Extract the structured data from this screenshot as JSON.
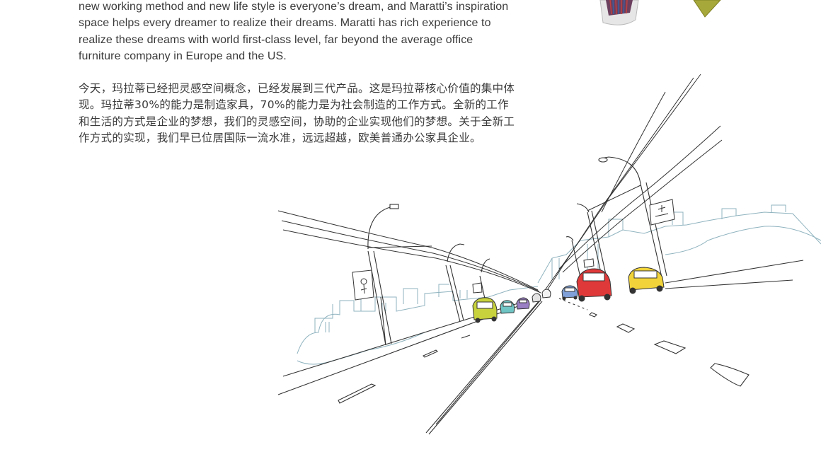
{
  "article": {
    "english_paragraph": "new working method and new life style is everyone’s dream, and Maratti’s inspiration space helps every dreamer to realize their dreams.  Maratti has rich experience to realize these dreams with world first-class level, far beyond the average office furniture company in Europe and the US.",
    "chinese_paragraph": "今天，玛拉蒂已经把灵感空间概念，已经发展到三代产品。这是玛拉蒂核心价值的集中体现。玛拉蒂30%的能力是制造家具，70%的能力是为社会制造的工作方式。全新的工作和生活的方式是企业的梦想，我们的灵感空间，协助的企业实现他们的梦想。关于全新工作方式的实现，我们早已位居国际一流水准，远远超越，欧美普通办公家具企业。"
  },
  "illustration": {
    "subject": "hand-drawn street sketch with colored cars",
    "car_colors": [
      "#c8d23c",
      "#6fc4c4",
      "#9a7fc4",
      "#7fa0d8",
      "#e0393a",
      "#f2d43a"
    ],
    "line_color": "#333333",
    "skyline_color": "#8fb3bf"
  },
  "decor": {
    "pencil_cup_color": "#8a6a9a",
    "green_shape_color": "#a7a83a"
  }
}
